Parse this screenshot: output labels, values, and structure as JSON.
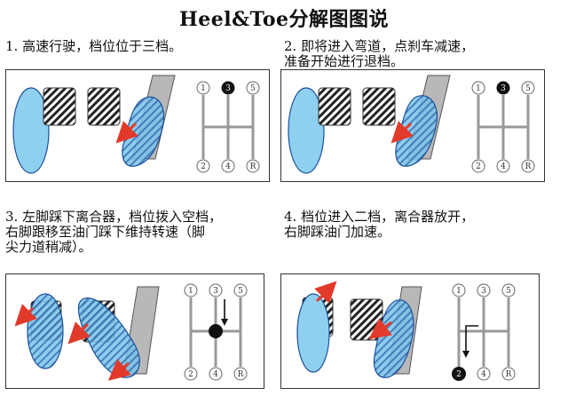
{
  "title": "Heel&Toe分解图图说",
  "steps": [
    {
      "caption": "1. 高速行驶，档位位于三档。",
      "current_gear": "3"
    },
    {
      "caption": "2. 即将进入弯道，点刹车减速，\n准备开始进行退档。",
      "current_gear": "3"
    },
    {
      "caption": "3. 左脚踩下离合器，档位拨入空档，\n右脚跟移至油门踩下维持转速（脚\n尖力道稍减）。",
      "current_gear": "N"
    },
    {
      "caption": "4. 档位进入二档，离合器放开，\n右脚踩油门加速。",
      "current_gear": "2"
    }
  ],
  "gear_labels": {
    "top": [
      "1",
      "3",
      "5"
    ],
    "bottom": [
      "2",
      "4",
      "R"
    ]
  },
  "colors": {
    "foot_fill": "#8fd0f0",
    "foot_stroke": "#1a4f9c",
    "arrow": "#e23a2a",
    "pedal_hatch": "#222222",
    "pedal_gray": "#b8b8b8"
  },
  "icons": [
    "left-foot-icon",
    "right-foot-icon",
    "clutch-pedal-icon",
    "brake-pedal-icon",
    "gas-pedal-icon",
    "gear-shift-pattern-icon",
    "red-arrow-icon"
  ]
}
